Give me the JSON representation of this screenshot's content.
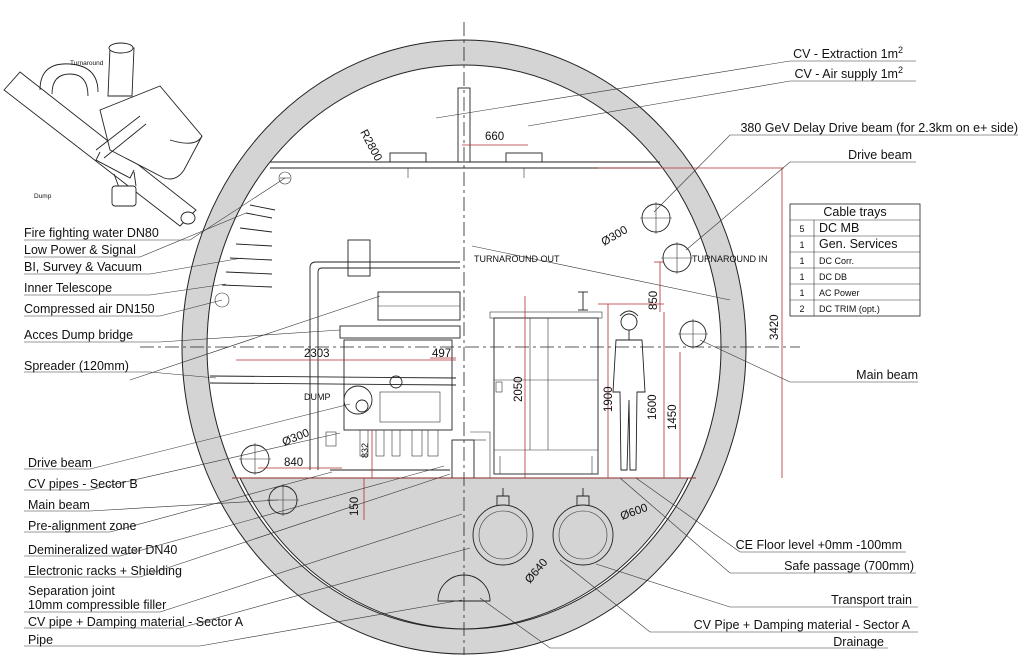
{
  "labels_left": [
    "Fire fighting water DN80",
    "Low Power & Signal",
    "BI, Survey & Vacuum",
    "Inner Telescope",
    "Compressed air DN150",
    "Acces Dump bridge",
    "Spreader (120mm)",
    "Drive beam",
    "CV pipes - Sector B",
    "Main beam",
    "Pre-alignment zone",
    "Demineralized water DN40",
    "Electronic racks + Shielding",
    "Separation joint",
    "10mm compressible filler",
    "CV pipe + Damping material - Sector A",
    "Pipe"
  ],
  "labels_right": [
    "CV - Extraction 1m",
    "CV - Air supply 1m",
    "380 GeV Delay Drive beam (for 2.3km on e+ side)",
    "Drive beam",
    "Main beam",
    "CE Floor level +0mm -100mm",
    "Safe passage (700mm)",
    "Transport train",
    "CV Pipe + Damping material - Sector A",
    "Drainage"
  ],
  "superscript": "2",
  "table": {
    "title": "Cable trays",
    "rows": [
      {
        "count": "5",
        "name": "DC MB"
      },
      {
        "count": "1",
        "name": "Gen. Services"
      },
      {
        "count": "1",
        "name": "DC Corr."
      },
      {
        "count": "1",
        "name": "DC DB"
      },
      {
        "count": "1",
        "name": "AC Power"
      },
      {
        "count": "2",
        "name": "DC TRIM (opt.)"
      }
    ]
  },
  "dims": {
    "r2800": "R2800",
    "d660": "660",
    "d300a": "Ø300",
    "d850": "850",
    "d3420": "3420",
    "d2303": "2303",
    "d497": "497",
    "d2050": "2050",
    "d1900": "1900",
    "d1600": "1600",
    "d1450": "1450",
    "d300b": "Ø300",
    "d840": "840",
    "d832": "832",
    "d150": "150",
    "d600": "Ø600",
    "d640": "Ø640"
  },
  "inner": {
    "turnaround_out": "TURNAROUND OUT",
    "turnaround_in": "TURNAROUND IN",
    "dump": "DUMP"
  },
  "inset": {
    "turnaround": "Turnaround",
    "dump": "Dump"
  }
}
